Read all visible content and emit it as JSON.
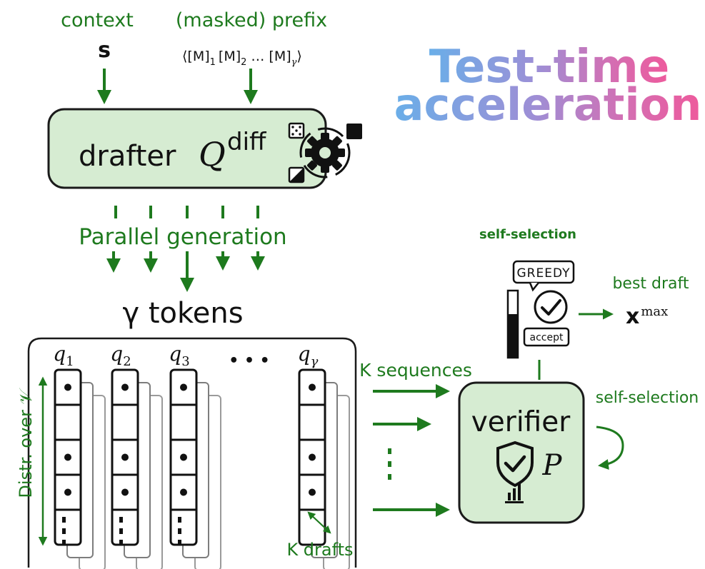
{
  "top": {
    "context_label": "context",
    "context_symbol": "s",
    "prefix_label": "(masked) prefix",
    "prefix_open": "⟨[M]",
    "sub1": "1",
    "m2": "[M]",
    "sub2": "2",
    "ellipsis": "…",
    "mg": "[M]",
    "subg": "γ",
    "prefix_close": "⟩"
  },
  "title": {
    "line1": "Test-time",
    "line2": "acceleration"
  },
  "drafter": {
    "label": "drafter",
    "symbol": "Q",
    "superscript": "diff"
  },
  "generation": {
    "label": "Parallel generation",
    "tokens_label": "γ tokens"
  },
  "columns": {
    "labels": [
      {
        "base": "q",
        "sub": "1"
      },
      {
        "base": "q",
        "sub": "2"
      },
      {
        "base": "q",
        "sub": "3"
      },
      {
        "base": "q",
        "sub": "γ"
      }
    ],
    "col_ellipsis": "• • •",
    "distr_label": "Distr. over 𝒱",
    "k_drafts": "K drafts"
  },
  "verifier": {
    "k_sequences": "K sequences",
    "label": "verifier",
    "symbol": "P",
    "self_selection_side": "self-selection"
  },
  "selection": {
    "heading": "self-selection",
    "greedy": "GREEDY",
    "accept": "accept",
    "best_draft": "best draft",
    "xmax_base": "x",
    "xmax_sup": "max"
  },
  "colors": {
    "arrow_green": "#1e7a1e",
    "box_fill": "#d6ecd2",
    "title_gradient": [
      "#6aaee8",
      "#9d8fd6",
      "#d36fb3",
      "#ee5a9c"
    ]
  }
}
